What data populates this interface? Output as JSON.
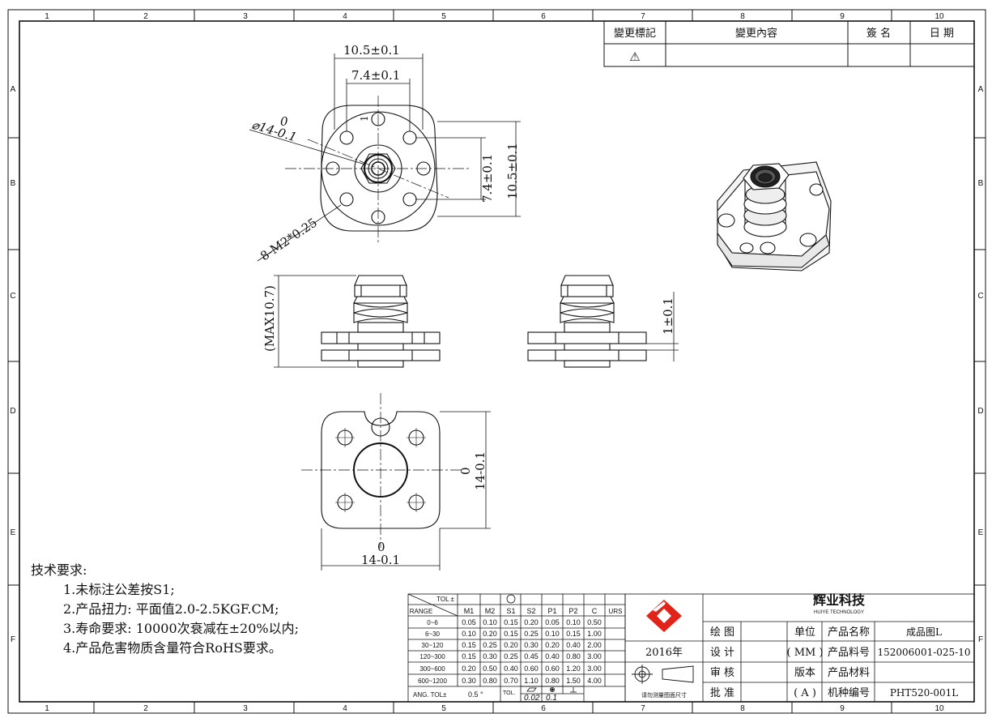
{
  "grid": {
    "cols": [
      "1",
      "2",
      "3",
      "4",
      "5",
      "6",
      "7",
      "8",
      "9",
      "10"
    ],
    "rows": [
      "A",
      "B",
      "C",
      "D",
      "E",
      "F"
    ]
  },
  "revision_table": {
    "headers": [
      "變更標記",
      "變更內容",
      "簽 名",
      "日 期"
    ],
    "mark_symbol": "⚠"
  },
  "dimensions": {
    "top_width_outer": "10.5±0.1",
    "top_width_inner": "7.4±0.1",
    "right_height_inner": "7.4±0.1",
    "right_height_outer": "10.5±0.1",
    "diameter_label": "⌀14-0.1",
    "diameter_zero": "0",
    "thread_label": "8-M2*0.25",
    "small_mark": "1",
    "max_height": "(MAX10.7)",
    "side_dim": "1±0.1",
    "bottom_right_zero": "0",
    "bottom_right": "14-0.1",
    "bottom_width_zero": "0",
    "bottom_width": "14-0.1"
  },
  "notes": {
    "title": "技术要求:",
    "items": [
      "1.未标注公差按S1;",
      "2.产品扭力: 平面值2.0-2.5KGF.CM;",
      "3.寿命要求: 10000次衰减在±20%以内;",
      "4.产品危害物质含量符合RoHS要求。"
    ]
  },
  "tolerance_table": {
    "tol_label": "TOL ±",
    "range_label": "RANGE",
    "columns": [
      "M1",
      "M2",
      "S1",
      "S2",
      "P1",
      "P2",
      "C",
      "URS"
    ],
    "rows": [
      {
        "range": "0~6",
        "values": [
          "0.05",
          "0.10",
          "0.15",
          "0.20",
          "0.05",
          "0.10",
          "0.50",
          ""
        ]
      },
      {
        "range": "6~30",
        "values": [
          "0.10",
          "0.20",
          "0.15",
          "0.25",
          "0.10",
          "0.15",
          "1.00",
          ""
        ]
      },
      {
        "range": "30~120",
        "values": [
          "0.15",
          "0.25",
          "0.20",
          "0.30",
          "0.20",
          "0.40",
          "2.00",
          ""
        ]
      },
      {
        "range": "120~300",
        "values": [
          "0.15",
          "0.30",
          "0.25",
          "0.45",
          "0.40",
          "0.80",
          "3.00",
          ""
        ]
      },
      {
        "range": "300~600",
        "values": [
          "0.20",
          "0.50",
          "0.40",
          "0.60",
          "0.60",
          "1.20",
          "3.00",
          ""
        ]
      },
      {
        "range": "600~1200",
        "values": [
          "0.30",
          "0.80",
          "0.70",
          "1.10",
          "0.80",
          "1.50",
          "4.00",
          ""
        ]
      }
    ],
    "ang_label": "ANG.  TOL±",
    "ang_value": "0.5 °",
    "tol_small": "TOL.",
    "flat_value": "0.02",
    "conc_value": "0.1"
  },
  "title_block": {
    "company_cn": "辉业科技",
    "company_en": "HUIYE TECHNOLOGY",
    "year": "2016年",
    "projection_note": "请勿测量图面尺寸",
    "labels": [
      "绘 图",
      "设 计",
      "审 核",
      "批 准"
    ],
    "unit_label": "单位",
    "unit_value": "( MM )",
    "version_label": "版本",
    "version_value": "( A )",
    "field_labels": [
      "产品名称",
      "产品料号",
      "产品材料",
      "机种编号"
    ],
    "field_values": [
      "成品图L",
      "152006001-025-10",
      "",
      "PHT520-001L"
    ]
  },
  "colors": {
    "line": "#111111",
    "logo": "#e2231a",
    "logo_border": "#b9141a"
  }
}
